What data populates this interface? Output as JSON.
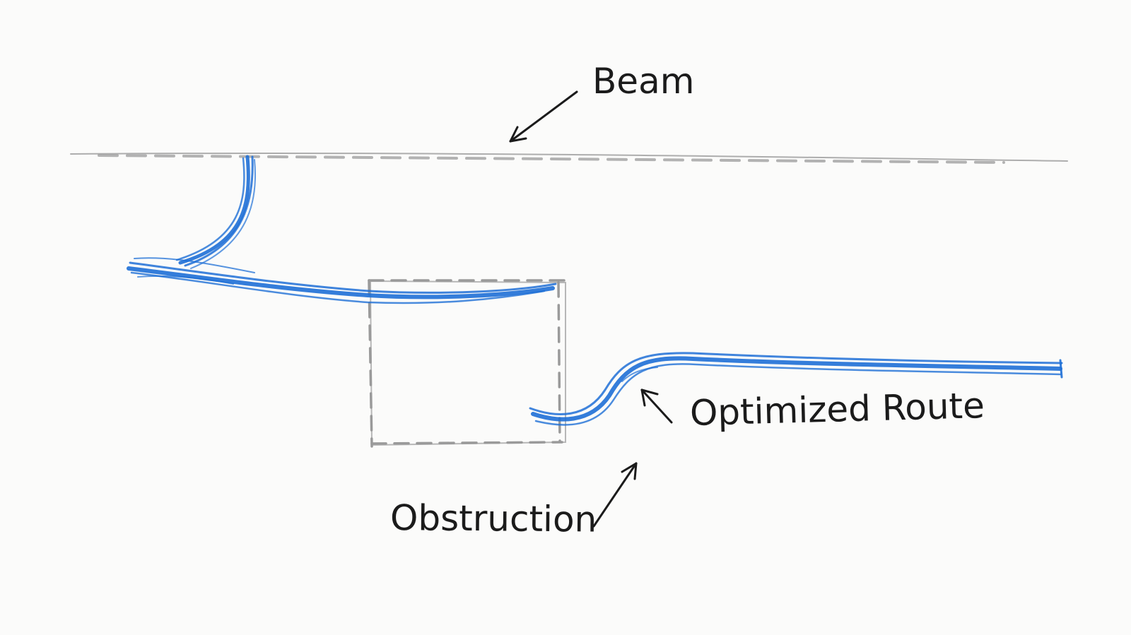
{
  "labels": {
    "beam": "Beam",
    "route": "Optimized Route",
    "obstruction": "Obstruction"
  },
  "colors": {
    "paper": "#fbfbfa",
    "pipe": "#1e6fd6",
    "pencil": "#9a9a9a",
    "ink": "#1b1b1b"
  }
}
